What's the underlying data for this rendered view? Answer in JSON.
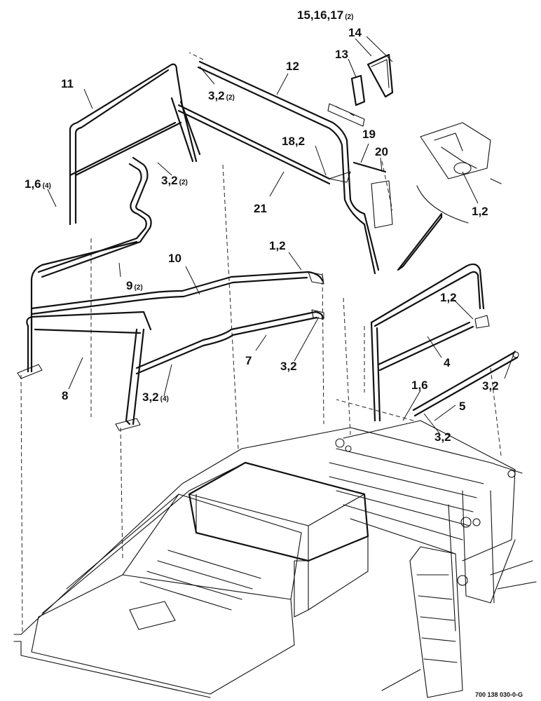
{
  "callouts": [
    {
      "main": "15,16,17",
      "sub": "(2)"
    },
    {
      "main": "14",
      "sub": ""
    },
    {
      "main": "13",
      "sub": ""
    },
    {
      "main": "12",
      "sub": ""
    },
    {
      "main": "11",
      "sub": ""
    },
    {
      "main": "3,2",
      "sub": "(2)"
    },
    {
      "main": "18,2",
      "sub": ""
    },
    {
      "main": "19",
      "sub": ""
    },
    {
      "main": "20",
      "sub": ""
    },
    {
      "main": "3,2",
      "sub": "(2)"
    },
    {
      "main": "1,6",
      "sub": "(4)"
    },
    {
      "main": "21",
      "sub": ""
    },
    {
      "main": "1,2",
      "sub": ""
    },
    {
      "main": "1,2",
      "sub": ""
    },
    {
      "main": "10",
      "sub": ""
    },
    {
      "main": "9",
      "sub": "(2)"
    },
    {
      "main": "1,2",
      "sub": ""
    },
    {
      "main": "4",
      "sub": ""
    },
    {
      "main": "7",
      "sub": ""
    },
    {
      "main": "3,2",
      "sub": ""
    },
    {
      "main": "8",
      "sub": ""
    },
    {
      "main": "3,2",
      "sub": "(4)"
    },
    {
      "main": "1,6",
      "sub": ""
    },
    {
      "main": "3,2",
      "sub": ""
    },
    {
      "main": "5",
      "sub": ""
    },
    {
      "main": "3,2",
      "sub": ""
    }
  ],
  "drawing_ref": "700 138 030-0-G"
}
